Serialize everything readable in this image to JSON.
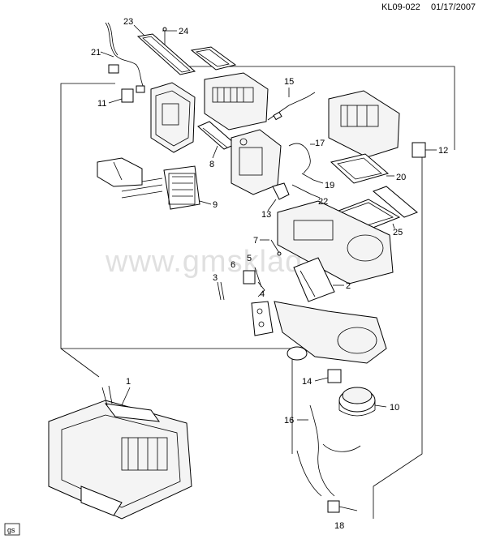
{
  "header": {
    "diagram_id": "KL09-022",
    "date": "01/17/2007"
  },
  "watermark": "www.gmsklad.ru",
  "corner_badge": "gs",
  "callouts": {
    "c1": "1",
    "c2": "2",
    "c3": "3",
    "c4": "4",
    "c5": "5",
    "c6": "6",
    "c7": "7",
    "c8": "8",
    "c9": "9",
    "c10": "10",
    "c11": "11",
    "c12": "12",
    "c13": "13",
    "c14": "14",
    "c15": "15",
    "c16": "16",
    "c17": "17",
    "c18": "18",
    "c19": "19",
    "c20": "20",
    "c21": "21",
    "c22": "22",
    "c23": "23",
    "c24": "24",
    "c25": "25"
  }
}
